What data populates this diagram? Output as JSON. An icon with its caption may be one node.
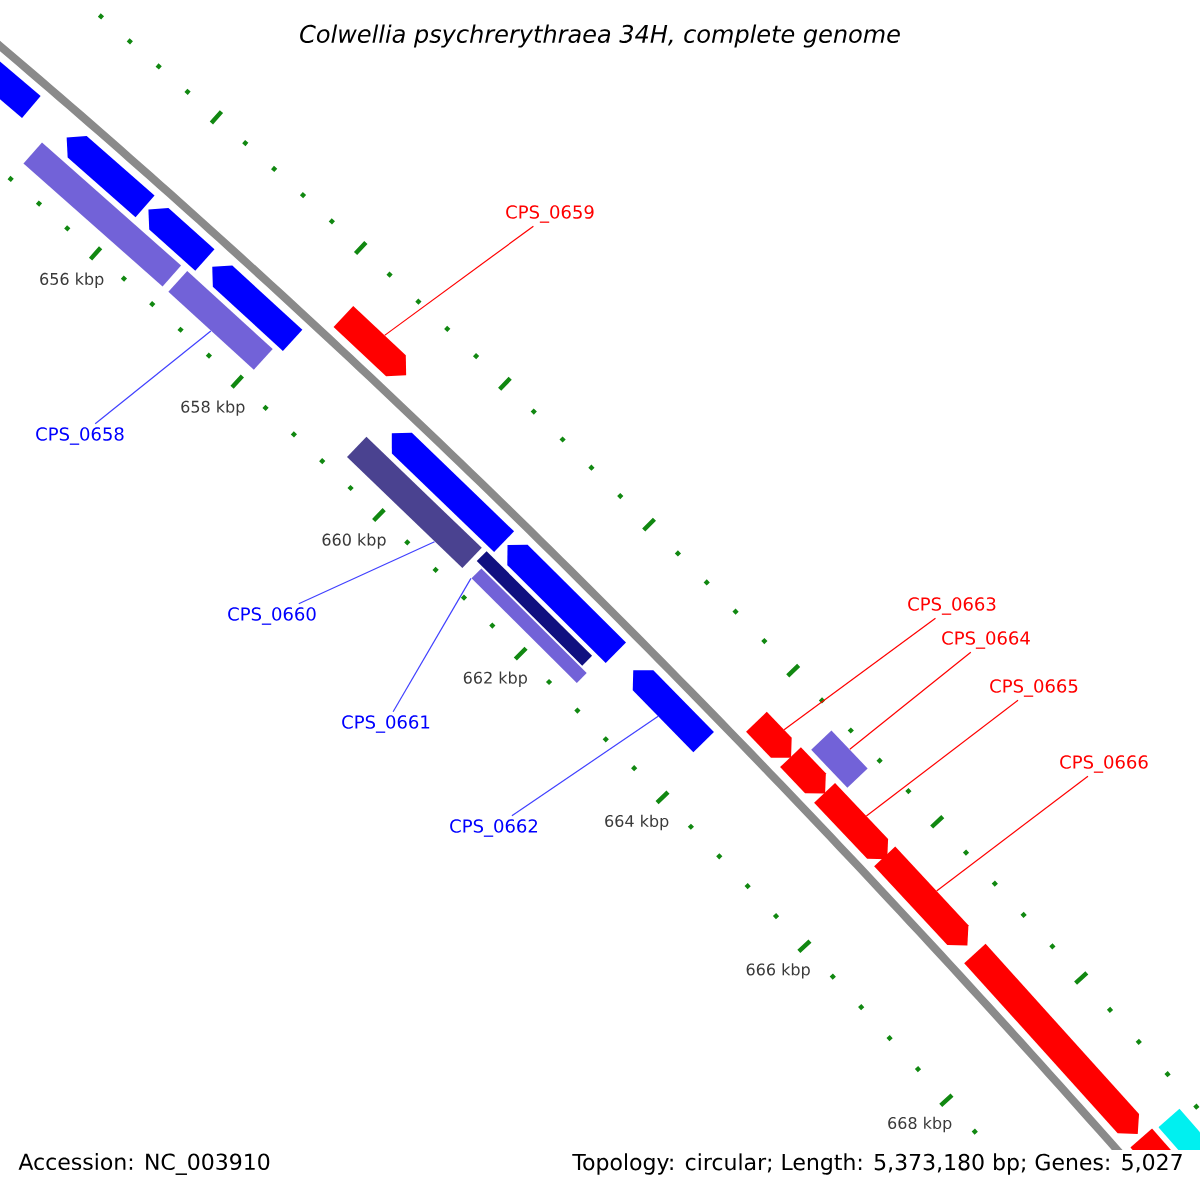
{
  "diagram": {
    "title": "Colwellia psychrerythraea 34H, complete genome",
    "nodes": [
      {
        "text": [
          "CPS_0659"
        ]
      },
      {
        "text": [
          "CPS_0658"
        ]
      },
      {
        "text": [
          "CPS_0663"
        ]
      },
      {
        "text": [
          "CPS_0660"
        ]
      },
      {
        "text": [
          "CPS_0664"
        ]
      },
      {
        "text": [
          "CPS_0665"
        ]
      },
      {
        "text": [
          "CPS_0661"
        ]
      },
      {
        "text": [
          "CPS_0666"
        ]
      },
      {
        "text": [
          "CPS_0662"
        ]
      },
      {
        "text": [],
        "shape": "pentagon"
      },
      {
        "text": [],
        "shape": "box"
      },
      {
        "text": [],
        "shape": "pentagon"
      },
      {
        "text": [],
        "shape": "pentagon"
      },
      {
        "text": [],
        "shape": "box"
      },
      {
        "text": [],
        "shape": "pentagon"
      },
      {
        "text": [],
        "shape": "pentagon"
      },
      {
        "text": [],
        "shape": "box"
      },
      {
        "text": [],
        "shape": "pentagon"
      },
      {
        "text": [],
        "shape": "box"
      },
      {
        "text": [],
        "shape": "box"
      },
      {
        "text": [],
        "shape": "pentagon"
      },
      {
        "text": [],
        "shape": "pentagon"
      },
      {
        "text": [],
        "shape": "pentagon"
      },
      {
        "text": [],
        "shape": "pentagon"
      },
      {
        "text": [],
        "shape": "box"
      },
      {
        "text": [],
        "shape": "pentagon"
      },
      {
        "text": [],
        "shape": "pentagon"
      },
      {
        "text": [],
        "shape": "pentagon"
      },
      {
        "text": [],
        "shape": "pentagon"
      },
      {
        "text": [],
        "shape": "box"
      }
    ],
    "edges": [
      {
        "from": 0,
        "to": 15,
        "arrow": "none"
      },
      {
        "from": 1,
        "to": 13,
        "arrow": "none",
        "color": "#4040ff"
      },
      {
        "from": 2,
        "to": 22,
        "arrow": "none"
      },
      {
        "from": 3,
        "to": 16,
        "arrow": "none",
        "color": "#4040ff"
      },
      {
        "from": 4,
        "to": 24,
        "arrow": "none"
      },
      {
        "from": 5,
        "to": 25,
        "arrow": "none"
      },
      {
        "from": 6,
        "to": 19,
        "arrow": "none",
        "color": "#4040ff"
      },
      {
        "from": 7,
        "to": 26,
        "arrow": "none"
      },
      {
        "from": 8,
        "to": 21,
        "arrow": "none",
        "color": "#4040ff"
      }
    ],
    "labels": [
      "656 kbp",
      "658 kbp",
      "660 kbp",
      "662 kbp",
      "664 kbp",
      "666 kbp",
      "668 kbp",
      "Accession: NC_003910",
      "Topology: circular; Length: 5,373,180 bp; Genes: 5,027"
    ]
  }
}
